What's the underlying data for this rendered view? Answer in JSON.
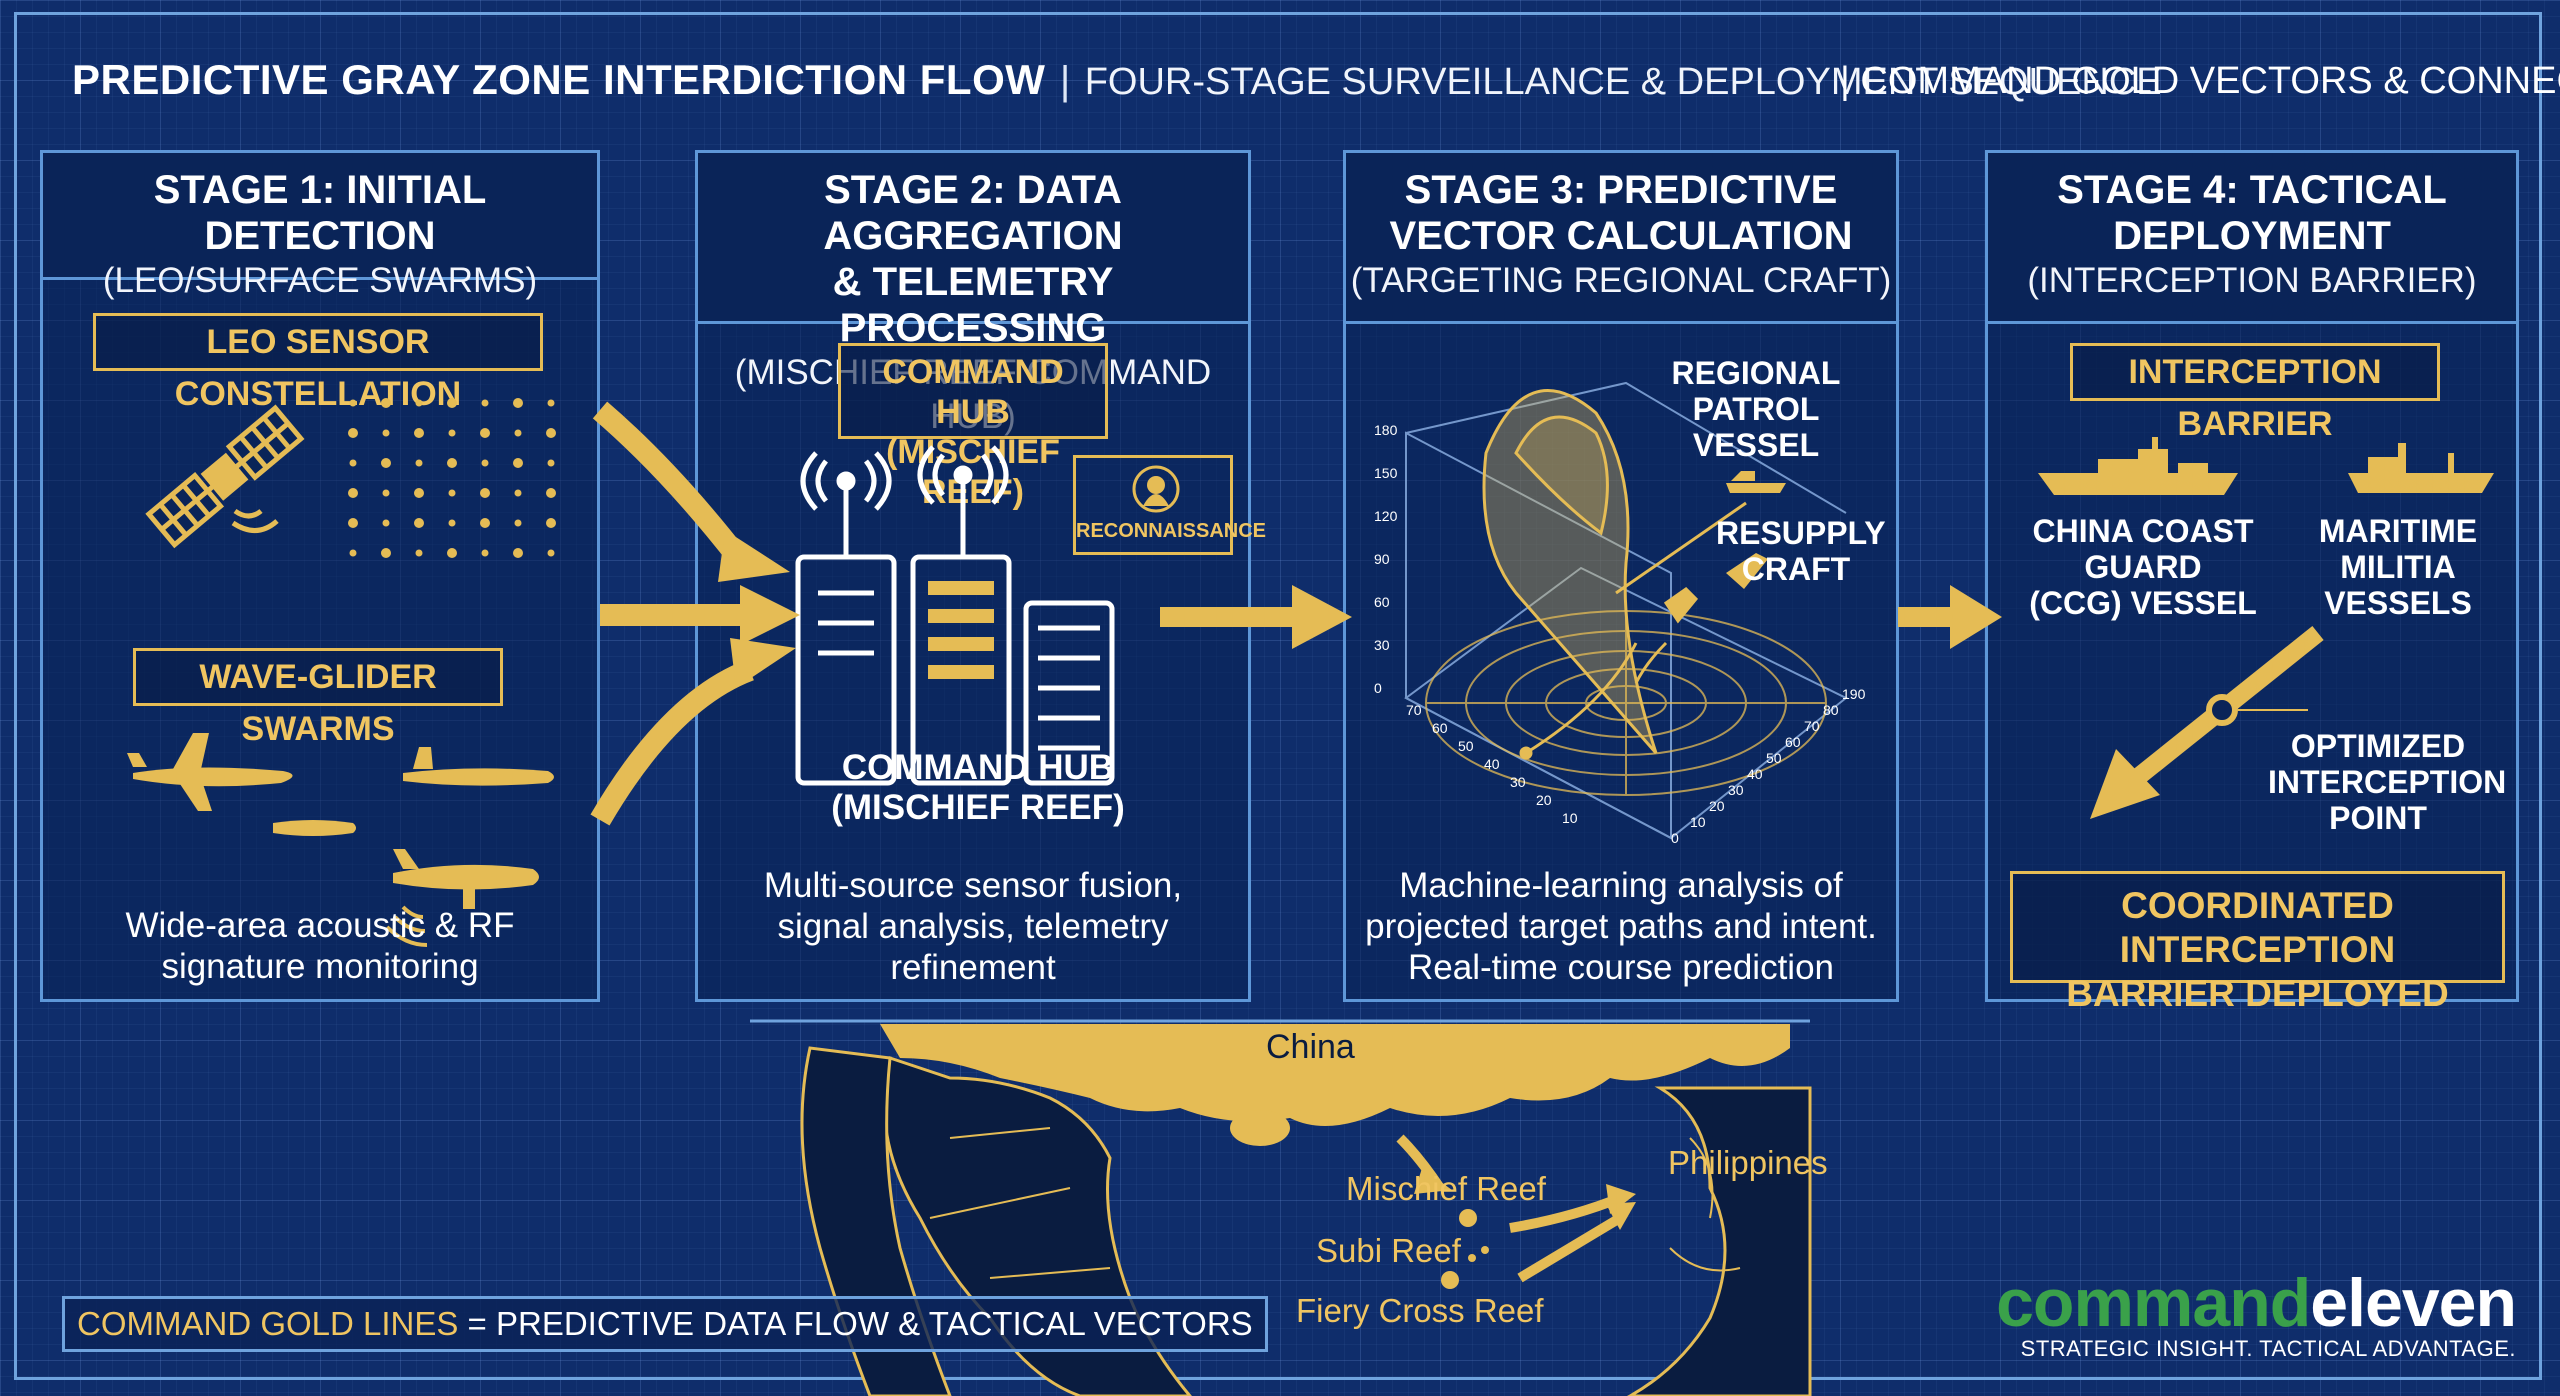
{
  "header": {
    "title": "PREDICTIVE GRAY ZONE INTERDICTION FLOW",
    "separator": "|",
    "subtitle": "FOUR-STAGE SURVEILLANCE & DEPLOYMENT SEQUENCE",
    "right_text": "| COMMAND GOLD VECTORS & CONNECTORS"
  },
  "colors": {
    "accent_gold": "#e5bc55",
    "panel_border": "#5e97d8",
    "background": "#0f2d6b",
    "brand_green": "#3aa14a"
  },
  "stages": [
    {
      "title_line1": "STAGE 1: INITIAL DETECTION",
      "title_line2": "",
      "subtitle": "(LEO/SURFACE SWARMS)",
      "box1": "LEO SENSOR CONSTELLATION",
      "box2": "WAVE-GLIDER SWARMS",
      "description_line1": "Wide-area acoustic & RF",
      "description_line2": "signature monitoring",
      "description_line3": "",
      "icons": [
        "satellite-icon",
        "sensor-dot-grid",
        "drone-icon",
        "glider-icon"
      ]
    },
    {
      "title_line1": "STAGE 2: DATA AGGREGATION",
      "title_line2": "& TELEMETRY PROCESSING",
      "subtitle": "(MISCHIEF REEF COMMAND HUB)",
      "box1_line1": "COMMAND HUB",
      "box1_line2": "(MISCHIEF REEF)",
      "recon_label": "RECONNAISSANCE",
      "hub_label_line1": "COMMAND HUB",
      "hub_label_line2": "(MISCHIEF REEF)",
      "description_line1": "Multi-source sensor fusion,",
      "description_line2": "signal analysis, telemetry",
      "description_line3": "refinement",
      "icons": [
        "antenna-icon",
        "server-rack-icon",
        "hacker-icon"
      ]
    },
    {
      "title_line1": "STAGE 3: PREDICTIVE",
      "title_line2": "VECTOR CALCULATION",
      "subtitle": "(TARGETING REGIONAL CRAFT)",
      "label1_line1": "REGIONAL",
      "label1_line2": "PATROL VESSEL",
      "label2_line1": "RESUPPLY",
      "label2_line2": "CRAFT",
      "description_line1": "Machine-learning analysis of",
      "description_line2": "projected target paths and intent.",
      "description_line3": "Real-time course prediction",
      "z_ticks": [
        "180",
        "150",
        "120",
        "90",
        "60",
        "30",
        "0"
      ],
      "left_ticks": [
        "70",
        "60",
        "50",
        "40",
        "30",
        "20",
        "10"
      ],
      "front_ticks": [
        "0",
        "10",
        "20",
        "30",
        "40",
        "50",
        "60",
        "70",
        "80",
        "190"
      ]
    },
    {
      "title_line1": "STAGE 4: TACTICAL",
      "title_line2": "DEPLOYMENT",
      "subtitle": "(INTERCEPTION BARRIER)",
      "box1": "INTERCEPTION BARRIER",
      "vessel1_line1": "CHINA COAST GUARD",
      "vessel1_line2": "(CCG) VESSEL",
      "vessel2_line1": "MARITIME",
      "vessel2_line2": "MILITIA",
      "vessel2_line3": "VESSELS",
      "point_line1": "OPTIMIZED",
      "point_line2": "INTERCEPTION",
      "point_line3": "POINT",
      "final_line1": "COORDINATED INTERCEPTION",
      "final_line2": "BARRIER DEPLOYED"
    }
  ],
  "map": {
    "labels": [
      "China",
      "Philippines",
      "Mischief Reef",
      "Subi Reef",
      "Fiery Cross Reef"
    ]
  },
  "legend": {
    "gold_part": "COMMAND GOLD LINES",
    "rest": " = PREDICTIVE DATA FLOW & TACTICAL VECTORS"
  },
  "brand": {
    "word1": "command",
    "word2": "eleven",
    "tagline": "STRATEGIC INSIGHT. TACTICAL ADVANTAGE."
  }
}
